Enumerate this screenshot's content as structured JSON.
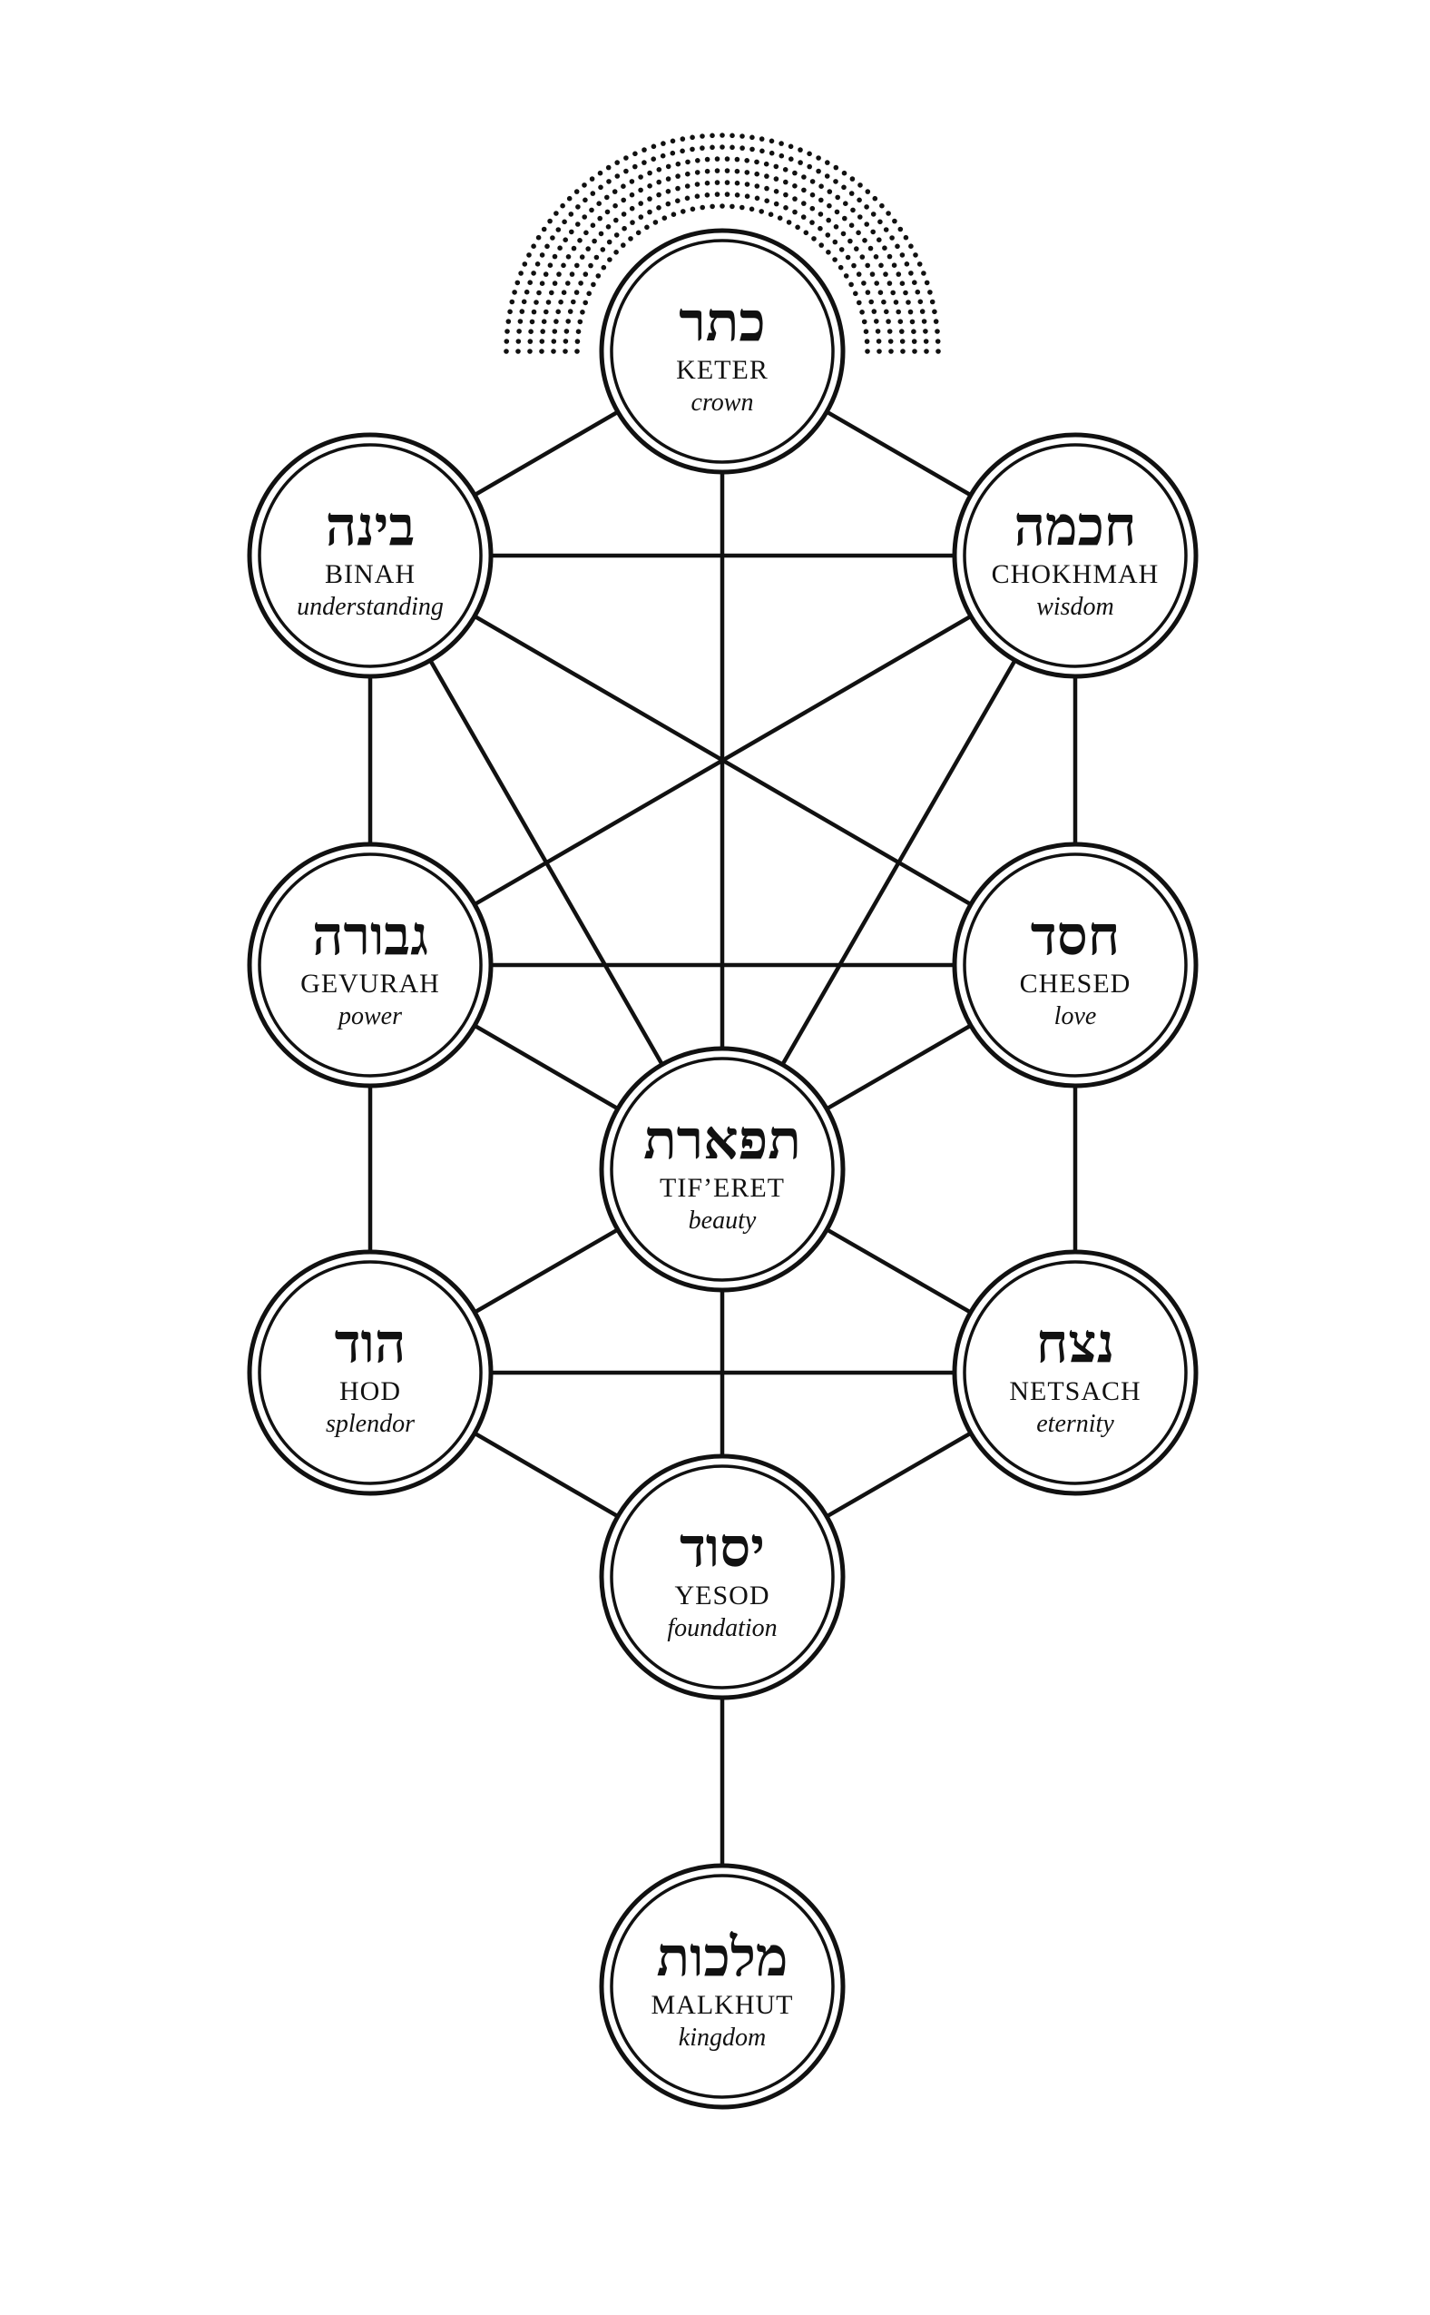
{
  "diagram": {
    "colors": {
      "ink": "#111111",
      "background": "#ffffff"
    },
    "halo_above": "keter",
    "nodes": [
      {
        "id": "keter",
        "hebrew": "כתר",
        "name": "KETER",
        "meaning": "crown"
      },
      {
        "id": "binah",
        "hebrew": "בינה",
        "name": "BINAH",
        "meaning": "understanding"
      },
      {
        "id": "chokhmah",
        "hebrew": "חכמה",
        "name": "CHOKHMAH",
        "meaning": "wisdom"
      },
      {
        "id": "gevurah",
        "hebrew": "גבורה",
        "name": "GEVURAH",
        "meaning": "power"
      },
      {
        "id": "chesed",
        "hebrew": "חסד",
        "name": "CHESED",
        "meaning": "love"
      },
      {
        "id": "tiferet",
        "hebrew": "תפארת",
        "name": "TIF’ERET",
        "meaning": "beauty"
      },
      {
        "id": "hod",
        "hebrew": "הוד",
        "name": "HOD",
        "meaning": "splendor"
      },
      {
        "id": "netsach",
        "hebrew": "נצח",
        "name": "NETSACH",
        "meaning": "eternity"
      },
      {
        "id": "yesod",
        "hebrew": "יסוד",
        "name": "YESOD",
        "meaning": "foundation"
      },
      {
        "id": "malkhut",
        "hebrew": "מלכות",
        "name": "MALKHUT",
        "meaning": "kingdom"
      }
    ],
    "edges": [
      [
        "keter",
        "binah"
      ],
      [
        "keter",
        "chokhmah"
      ],
      [
        "keter",
        "tiferet"
      ],
      [
        "binah",
        "chokhmah"
      ],
      [
        "binah",
        "gevurah"
      ],
      [
        "binah",
        "tiferet"
      ],
      [
        "binah",
        "chesed"
      ],
      [
        "chokhmah",
        "chesed"
      ],
      [
        "chokhmah",
        "tiferet"
      ],
      [
        "chokhmah",
        "gevurah"
      ],
      [
        "gevurah",
        "chesed"
      ],
      [
        "gevurah",
        "tiferet"
      ],
      [
        "gevurah",
        "hod"
      ],
      [
        "chesed",
        "tiferet"
      ],
      [
        "chesed",
        "netsach"
      ],
      [
        "tiferet",
        "hod"
      ],
      [
        "tiferet",
        "netsach"
      ],
      [
        "tiferet",
        "yesod"
      ],
      [
        "hod",
        "netsach"
      ],
      [
        "hod",
        "yesod"
      ],
      [
        "netsach",
        "yesod"
      ],
      [
        "yesod",
        "malkhut"
      ]
    ]
  }
}
